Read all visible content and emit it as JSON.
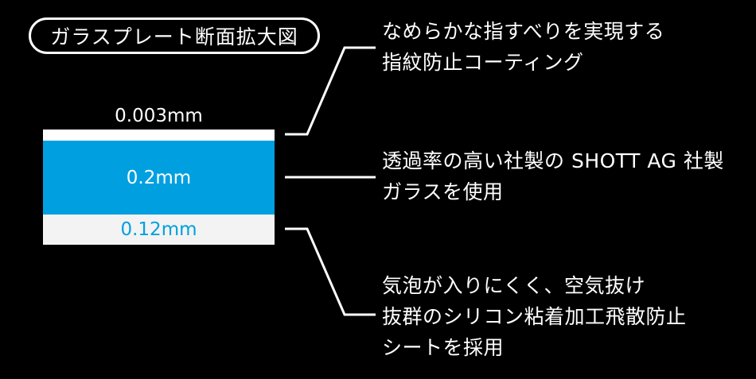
{
  "title": "ガラスプレート断面拡大図",
  "colors": {
    "background": "#000000",
    "coating": "#ffffff",
    "glass": "#00a0e0",
    "silicone": "#f2f3f2",
    "silicone_text": "#00a0e0",
    "text": "#ffffff"
  },
  "layers": {
    "coating": {
      "thickness": "0.003mm"
    },
    "glass": {
      "thickness": "0.2mm"
    },
    "silicone": {
      "thickness": "0.12mm"
    }
  },
  "annotations": {
    "coating": [
      "なめらかな指すべりを実現する",
      "指紋防止コーティング"
    ],
    "glass": [
      "透過率の高い社製の SHOTT AG 社製",
      "ガラスを使用"
    ],
    "silicone": [
      "気泡が入りにくく、空気抜け",
      "抜群のシリコン粘着加工飛散防止",
      "シートを採用"
    ]
  }
}
